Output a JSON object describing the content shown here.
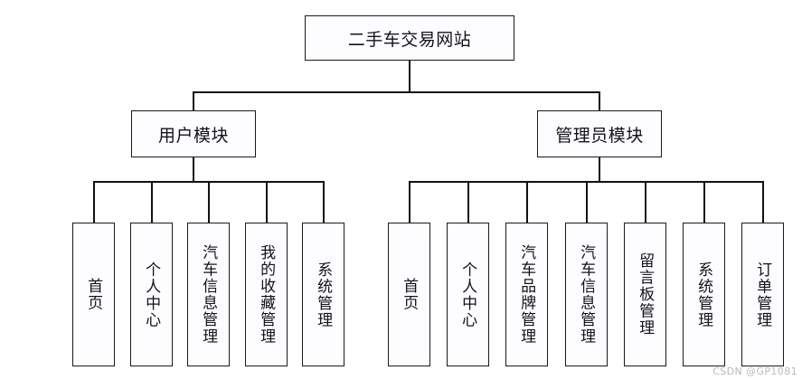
{
  "diagram": {
    "title": "二手车交易网站",
    "root": {
      "label": "二手车交易网站"
    },
    "modules": [
      {
        "label": "用户模块",
        "children": [
          {
            "label": "首页"
          },
          {
            "label": "个人中心"
          },
          {
            "label": "汽车信息管理"
          },
          {
            "label": "我的收藏管理"
          },
          {
            "label": "系统管理"
          }
        ]
      },
      {
        "label": "管理员模块",
        "children": [
          {
            "label": "首页"
          },
          {
            "label": "个人中心"
          },
          {
            "label": "汽车品牌管理"
          },
          {
            "label": "汽车信息管理"
          },
          {
            "label": "留言板管理"
          },
          {
            "label": "系统管理"
          },
          {
            "label": "订单管理"
          }
        ]
      }
    ]
  },
  "watermark": {
    "text": "CSDN @GP1081"
  },
  "colors": {
    "stroke": "#111111",
    "box_fill": "#fdfdff",
    "text": "#11131a",
    "watermark": "#b9b9b9",
    "background": "#ffffff"
  }
}
